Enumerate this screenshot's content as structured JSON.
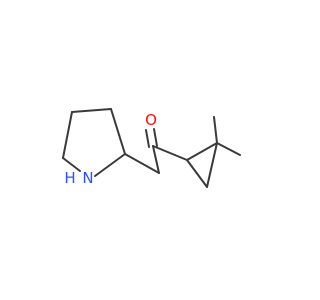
{
  "molecule": {
    "atoms": [
      {
        "id": "O",
        "label": "O",
        "color": "#ff0d0d"
      },
      {
        "id": "N",
        "label": "N",
        "color": "#3050f8"
      },
      {
        "id": "H",
        "label": "H",
        "color": "#3050f8"
      }
    ],
    "bond_color": "#3a3a3a"
  }
}
